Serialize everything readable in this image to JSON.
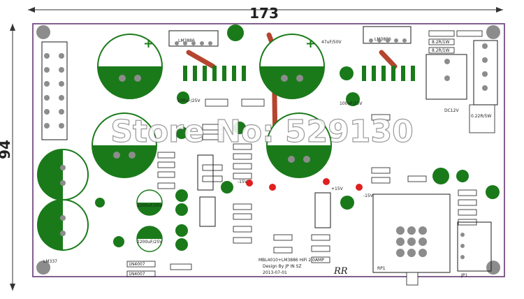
{
  "dimensions": {
    "width_label": "173",
    "height_label": "94"
  },
  "watermark": {
    "text": "Store No: 529130"
  },
  "board": {
    "chips": [
      "LM3886",
      "LM3886"
    ],
    "voltage_labels": [
      "-15V",
      "+15V",
      "-15V"
    ],
    "credit_lines": [
      "MBL4010+LM3886 HiFi 2.0AMP",
      "Design By JP IN SZ",
      "2013-07-01"
    ],
    "logo": "RR",
    "capacitor_labels": [
      "2200uF/25V",
      "2200uF/25V",
      "100uF/25V",
      "100uF/25V",
      "47uF/50V"
    ],
    "misc_labels": [
      "LM337",
      "1N4007",
      "1N4007",
      "DC12V",
      "0.22R/5W",
      "8.2R/1W",
      "8.2R/1W",
      "JP1",
      "RP1"
    ]
  },
  "colors": {
    "board_green": "#1a7a1a",
    "trace_red": "#b5452f",
    "pad_red": "#e02020",
    "pad_grey": "#8c8c8c"
  }
}
